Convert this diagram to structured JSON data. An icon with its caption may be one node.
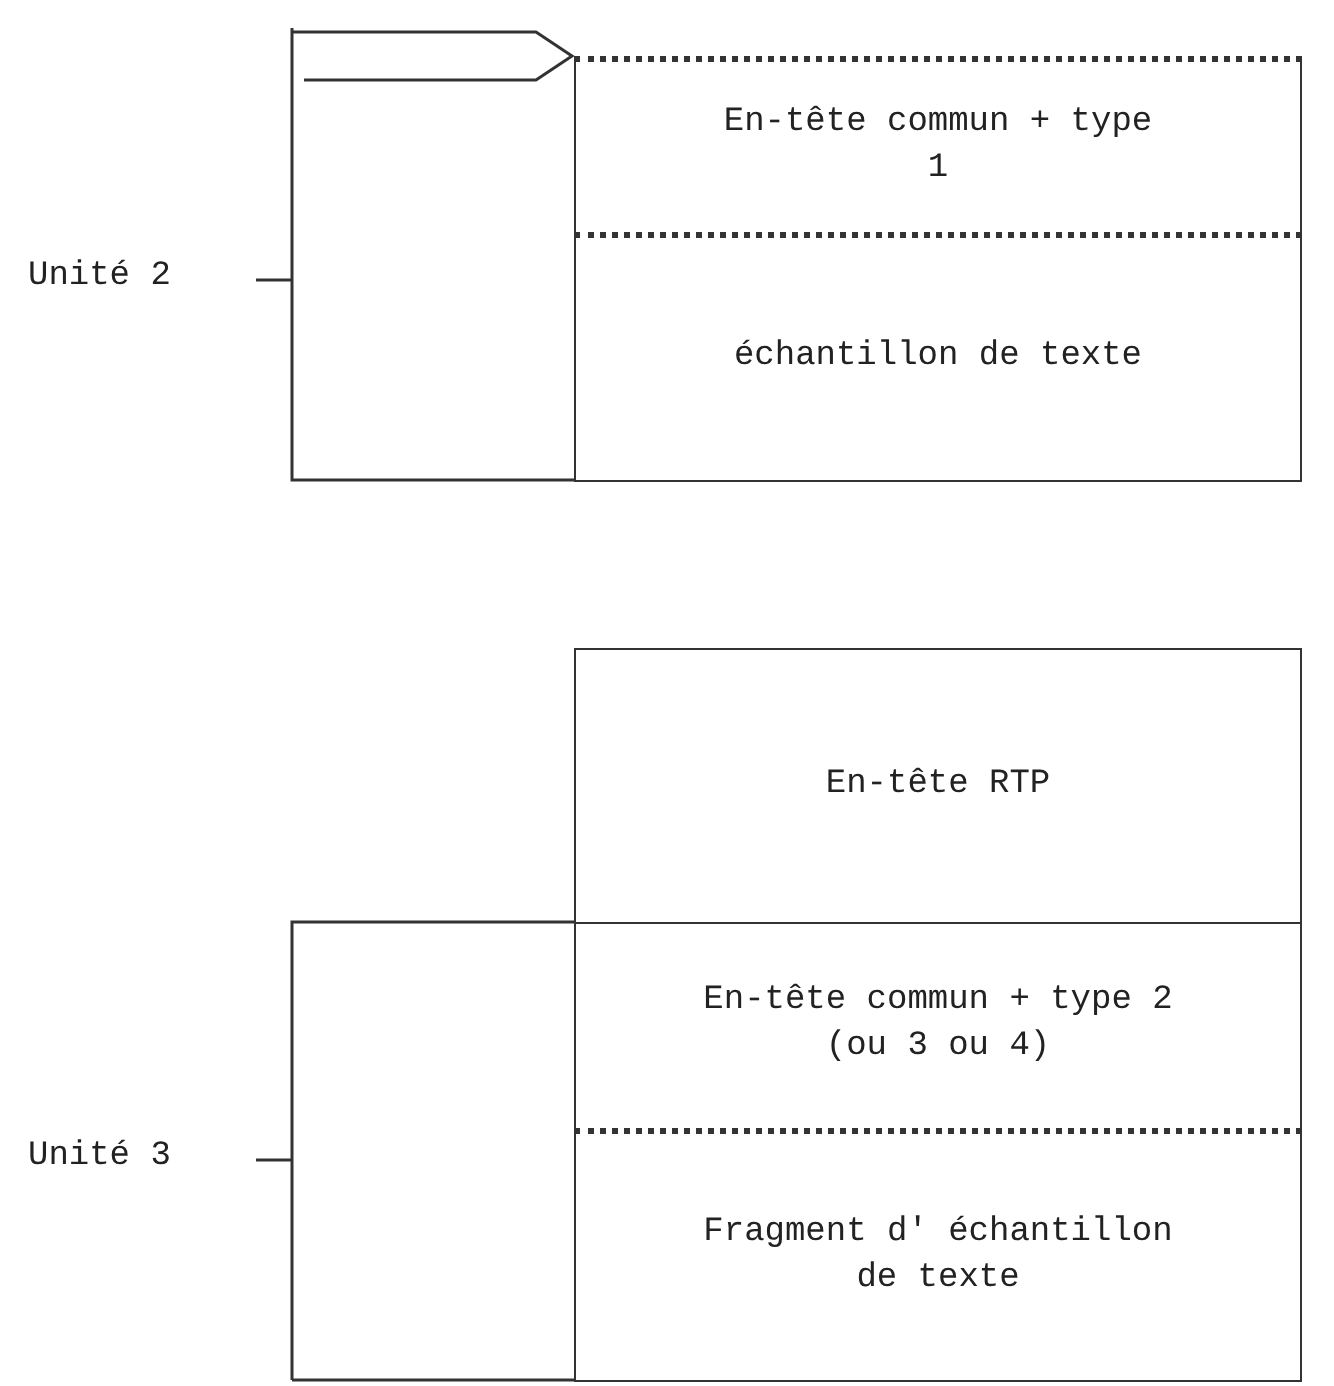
{
  "diagram": {
    "nodes": [
      {
        "text": [
          "En-tête commun + type 1"
        ]
      },
      {
        "text": [
          "échantillon de texte"
        ]
      },
      {
        "text": [
          "En-tête RTP"
        ]
      },
      {
        "text": [
          "En-tête commun + type 2 (ou 3 ou 4)"
        ]
      },
      {
        "text": [
          "Fragment d' échantillon de texte"
        ]
      }
    ],
    "labels": [
      "Unité 2",
      "Unité 3"
    ]
  }
}
